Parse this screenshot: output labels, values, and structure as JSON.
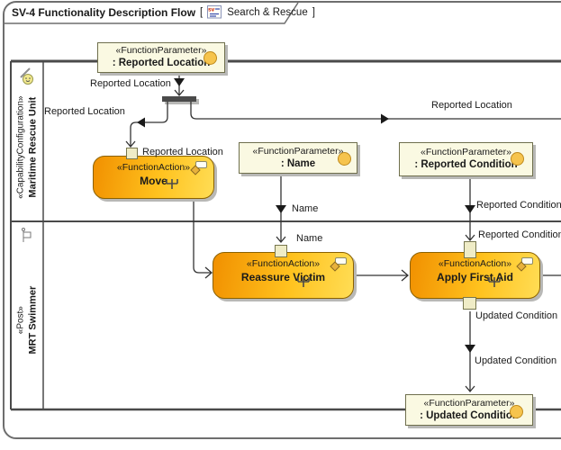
{
  "header": {
    "title": "SV-4 Functionality Description Flow",
    "bracket_open": "[",
    "view_name": "Search & Rescue",
    "bracket_close": "]",
    "icon_label": "sv"
  },
  "lanes": [
    {
      "stereotype": "«CapabilityConfiguration»",
      "name": "Maritime Rescue Unit"
    },
    {
      "stereotype": "«Post»",
      "name": "MRT Swimmer"
    }
  ],
  "nodes": {
    "reported_location": {
      "stereotype": "«FunctionParameter»",
      "name": ": Reported Location"
    },
    "name": {
      "stereotype": "«FunctionParameter»",
      "name": ": Name"
    },
    "reported_condition": {
      "stereotype": "«FunctionParameter»",
      "name": ": Reported Condition"
    },
    "updated_condition": {
      "stereotype": "«FunctionParameter»",
      "name": ": Updated Condition"
    },
    "move": {
      "stereotype": "«FunctionAction»",
      "name": "Move"
    },
    "reassure_victim": {
      "stereotype": "«FunctionAction»",
      "name": "Reassure Victim"
    },
    "apply_first_aid": {
      "stereotype": "«FunctionAction»",
      "name": "Apply First Aid"
    }
  },
  "labels": {
    "rl_into_fork": "Reported Location",
    "rl_to_move": "Reported Location",
    "rl_move_pin": "Reported Location",
    "rl_to_right": "Reported Location",
    "name_flow": "Name",
    "name_pin": "Name",
    "rc_flow": "Reported Condition",
    "rc_pin": "Reported Condition",
    "uc_flow": "Updated Condition",
    "uc_pin": "Updated Condition"
  },
  "colors": {
    "action_start": "#F19000",
    "action_end": "#FFDD55",
    "action_border": "#8A6100",
    "param_fill": "#FAF9E2",
    "param_border": "#6F6F4D",
    "pin_fill": "#EFECC6",
    "pin_border": "#77774F",
    "circle_fill": "#F6C44D",
    "circle_border": "#BF8A1C",
    "line_color": "#333333",
    "frame_border": "#6E6E6E",
    "lane_border": "#4A4A4A",
    "shadow": "#B8B8B6",
    "text": "#1A1A1A"
  }
}
